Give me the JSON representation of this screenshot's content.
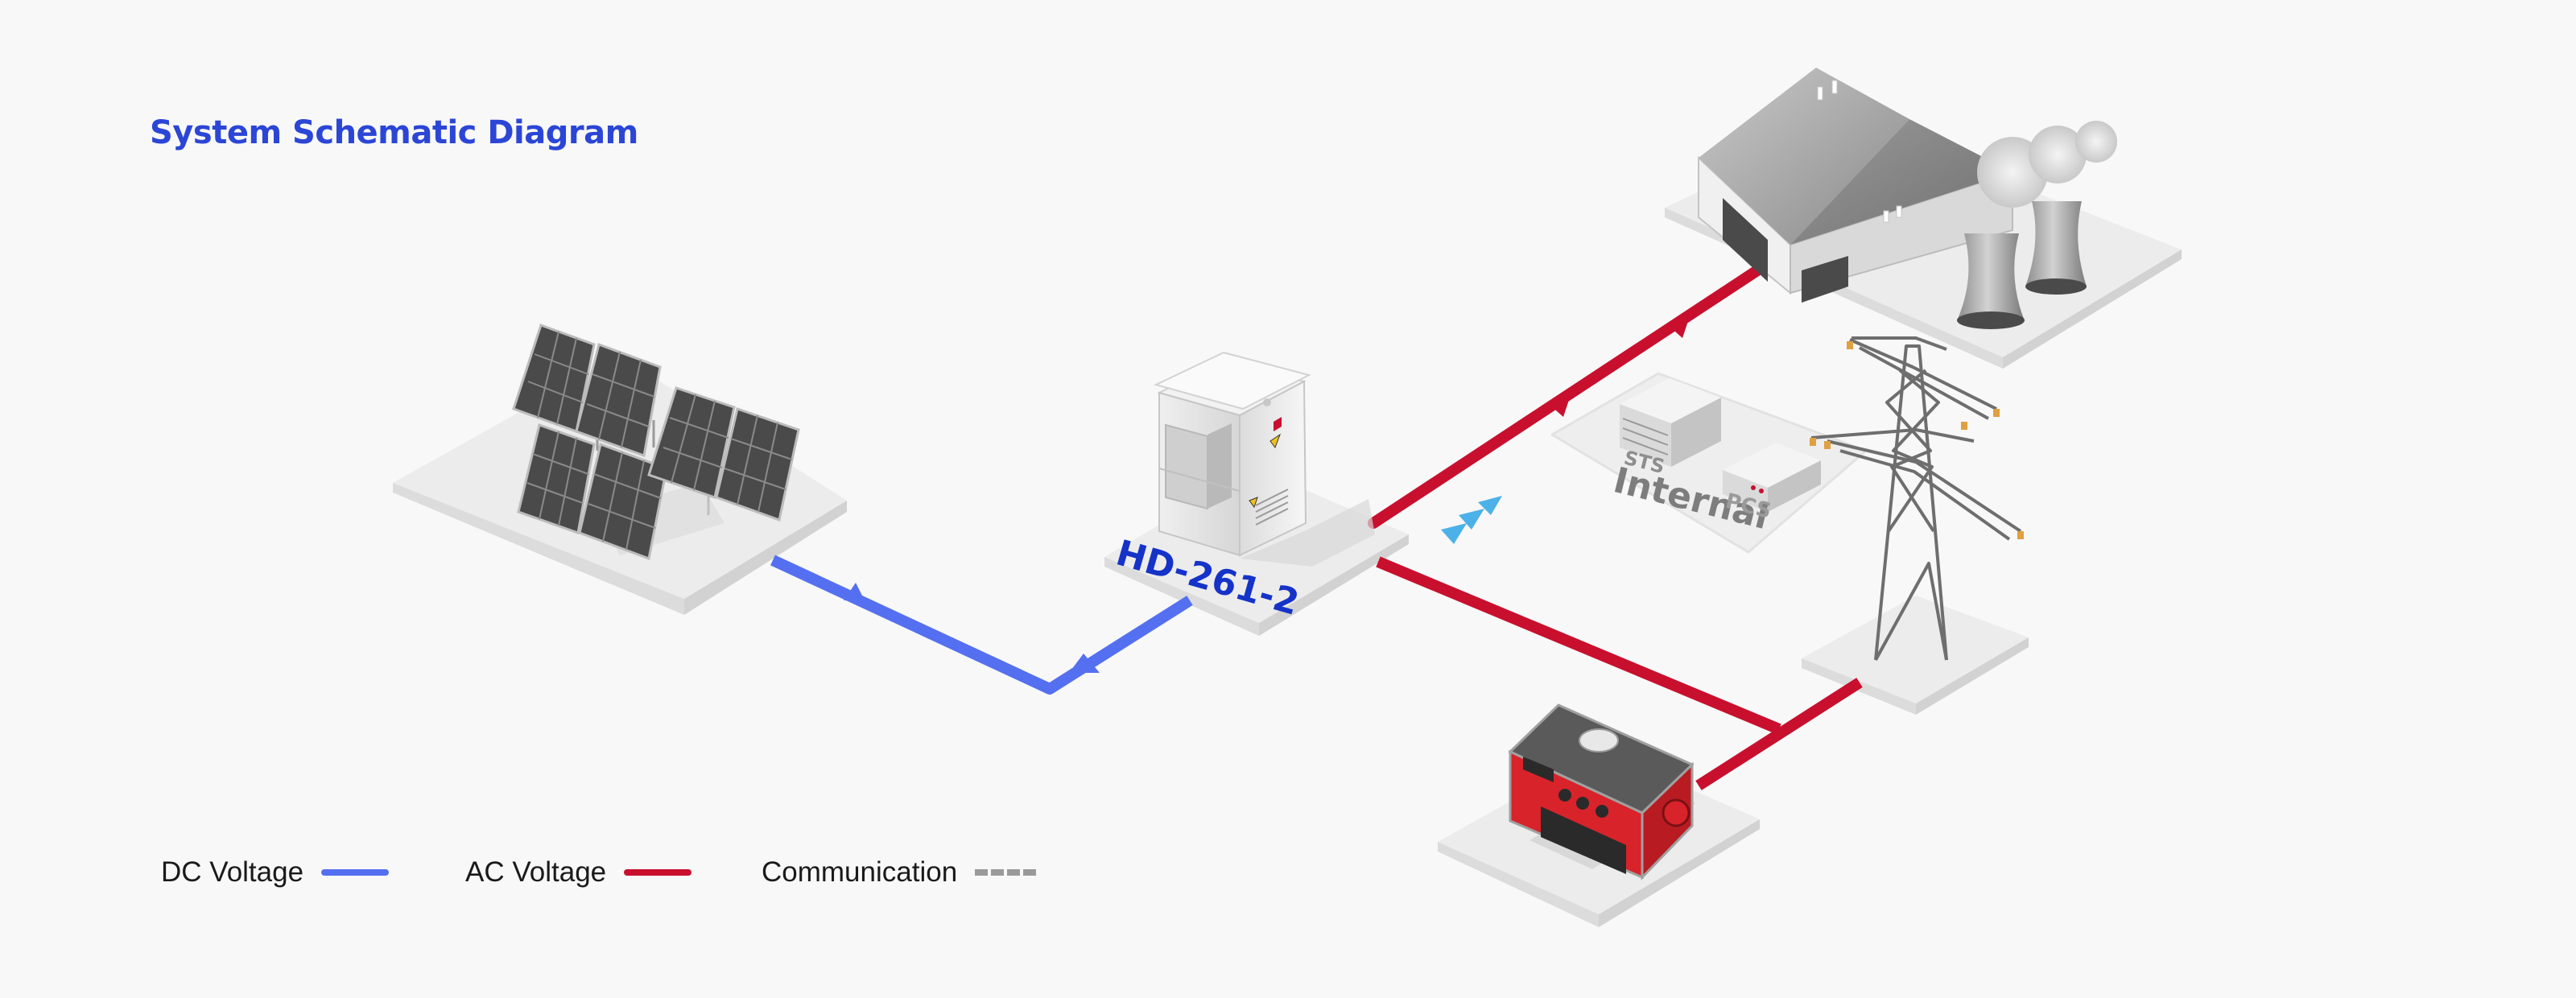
{
  "title": "System Schematic Diagram",
  "colors": {
    "title": "#2b46d6",
    "dc": "#5470f0",
    "ac": "#c8102e",
    "communication": "#9a9a9a",
    "device_label": "#1533c8",
    "comm_arrows": "#4cb1e8"
  },
  "device": {
    "label": "HD-261-2"
  },
  "internal_block": {
    "label": "Internal",
    "sts_label": "STS",
    "pcs_label": "PCS"
  },
  "icons": [
    "solar-panel-array-icon",
    "energy-storage-cabinet-icon",
    "factory-icon",
    "cooling-tower-icon",
    "transmission-tower-icon",
    "generator-icon"
  ],
  "legend": [
    {
      "label": "DC Voltage",
      "style": "solid",
      "color": "#5470f0"
    },
    {
      "label": "AC Voltage",
      "style": "solid",
      "color": "#c8102e"
    },
    {
      "label": "Communication",
      "style": "dashed",
      "color": "#9a9a9a"
    }
  ]
}
